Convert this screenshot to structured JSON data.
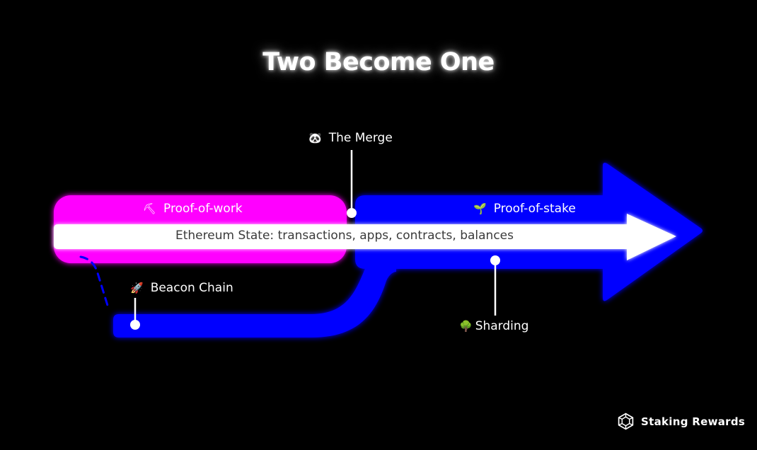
{
  "title": "Two Become One",
  "labels": {
    "the_merge": "The Merge",
    "proof_of_work": "Proof-of-work",
    "proof_of_stake": "Proof-of-stake",
    "ethereum_state": "Ethereum State: transactions, apps, contracts, balances",
    "beacon_chain": "Beacon Chain",
    "sharding": "Sharding"
  },
  "icons": {
    "the_merge": "panda-icon",
    "proof_of_work": "pickaxe-icon",
    "proof_of_stake": "seedling-icon",
    "beacon_chain": "rocket-icon",
    "sharding": "tree-icon",
    "brand": "staking-rewards-logo-icon"
  },
  "brand": {
    "name": "Staking Rewards"
  },
  "colors": {
    "background": "#000000",
    "proof_of_work": "#ff00ff",
    "proof_of_stake": "#0000ff",
    "ethereum_state": "#ffffff"
  }
}
